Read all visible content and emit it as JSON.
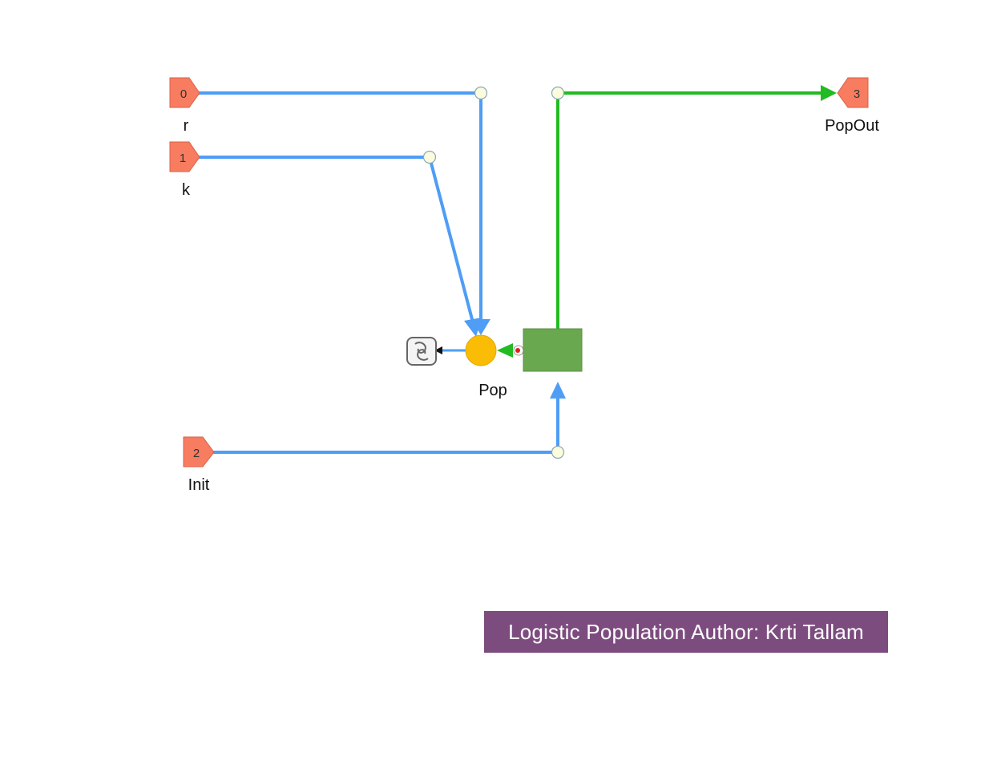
{
  "diagram": {
    "title": "Logistic Population Author: Krti Tallam",
    "title_bg": "#7d4c7f",
    "colors": {
      "port_fill": "#f77c60",
      "port_stroke": "#d9624a",
      "signal_line": "#4f9df5",
      "output_line": "#22bb22",
      "junction_fill": "#fbfbdd",
      "integrator_fill": "#6aa84f",
      "sum_fill": "#fbbc05"
    },
    "ports": [
      {
        "id": "0",
        "label": "r"
      },
      {
        "id": "1",
        "label": "k"
      },
      {
        "id": "2",
        "label": "Init"
      },
      {
        "id": "3",
        "label": "PopOut"
      }
    ],
    "nodes": {
      "sum_label": "Pop",
      "sink_icon": "sink-cloud-icon"
    }
  }
}
